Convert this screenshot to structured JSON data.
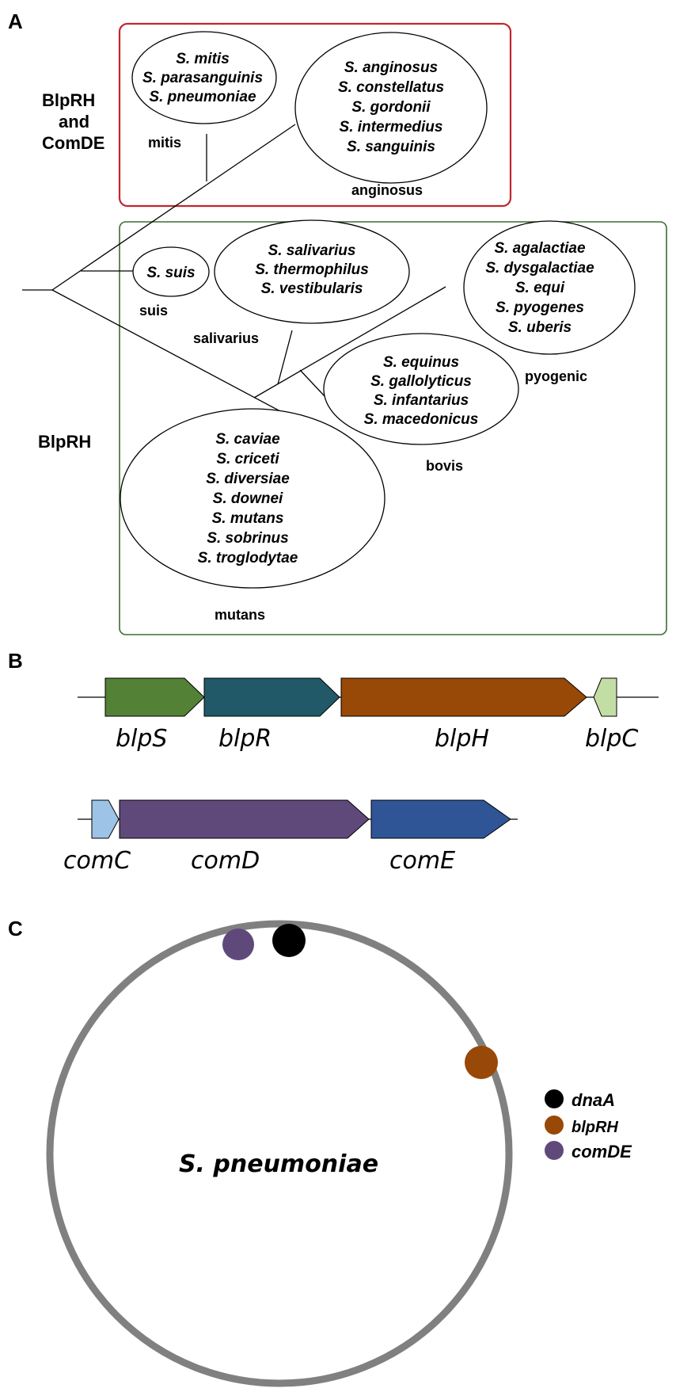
{
  "panels": {
    "a": "A",
    "b": "B",
    "c": "C"
  },
  "side_labels": {
    "top": [
      "BlpRH",
      "and",
      "ComDE"
    ],
    "bottom": "BlpRH"
  },
  "box_colors": {
    "top": "#c0282e",
    "bottom": "#3f6b35"
  },
  "groups": {
    "mitis": {
      "label": "mitis",
      "species": [
        "S. mitis",
        "S. parasanguinis",
        "S. pneumoniae"
      ]
    },
    "anginosus": {
      "label": "anginosus",
      "species": [
        "S. anginosus",
        "S. constellatus",
        "S. gordonii",
        "S. intermedius",
        "S. sanguinis"
      ]
    },
    "suis": {
      "label": "suis",
      "species": [
        "S. suis"
      ]
    },
    "salivarius": {
      "label": "salivarius",
      "species": [
        "S. salivarius",
        "S. thermophilus",
        "S. vestibularis"
      ]
    },
    "pyogenic": {
      "label": "pyogenic",
      "species": [
        "S. agalactiae",
        "S. dysgalactiae",
        "S. equi",
        "S. pyogenes",
        "S. uberis"
      ]
    },
    "bovis": {
      "label": "bovis",
      "species": [
        "S. equinus",
        "S. gallolyticus",
        "S. infantarius",
        "S. macedonicus"
      ]
    },
    "mutans": {
      "label": "mutans",
      "species": [
        "S. caviae",
        "S. criceti",
        "S. diversiae",
        "S. downei",
        "S. mutans",
        "S. sobrinus",
        "S. troglodytae"
      ]
    }
  },
  "operons": {
    "blp": [
      {
        "name": "blpS",
        "color": "#538135"
      },
      {
        "name": "blpR",
        "color": "#215968"
      },
      {
        "name": "blpH",
        "color": "#984807"
      },
      {
        "name": "blpC",
        "color": "#c3dea5"
      }
    ],
    "com": [
      {
        "name": "comC",
        "color": "#9dc3e6"
      },
      {
        "name": "comD",
        "color": "#5f497a"
      },
      {
        "name": "comE",
        "color": "#2f5597"
      }
    ]
  },
  "chromosome": {
    "label": "S. pneumoniae",
    "ring_color": "#808080",
    "markers": [
      {
        "name": "dnaA",
        "color": "#000000"
      },
      {
        "name": "blpRH",
        "color": "#984807"
      },
      {
        "name": "comDE",
        "color": "#5f497a"
      }
    ]
  }
}
